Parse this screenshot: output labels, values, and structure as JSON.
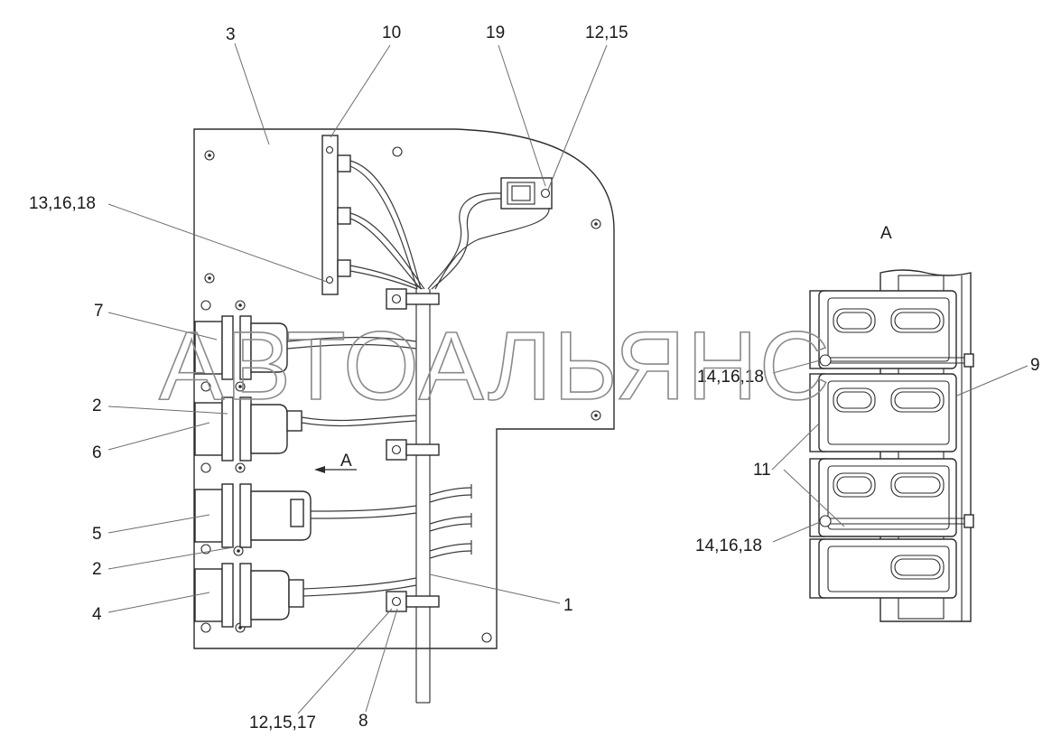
{
  "labels": {
    "l3": "3",
    "l10": "10",
    "l19": "19",
    "l12_15": "12,15",
    "l13_16_18": "13,16,18",
    "l7": "7",
    "l2_top": "2",
    "l6": "6",
    "l5": "5",
    "l2_bottom": "2",
    "l4": "4",
    "l1": "1",
    "l12_15_17": "12,15,17",
    "l8": "8",
    "l9": "9",
    "l11": "11",
    "l14_16_18_top": "14,16,18",
    "l14_16_18_bottom": "14,16,18",
    "view_arrow": "А",
    "view_title": "А"
  },
  "watermark": "АВТОАЛЬЯНС"
}
